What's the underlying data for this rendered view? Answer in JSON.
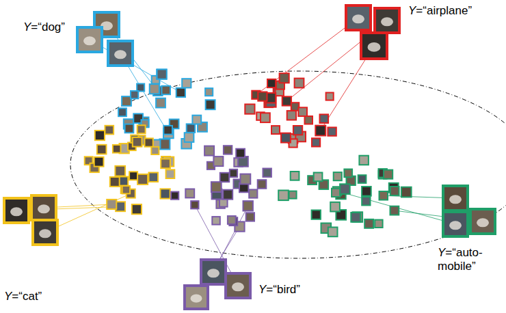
{
  "diagram": {
    "labels": [
      "Y=“dog”",
      "Y=“airplane”",
      "Y=“cat”",
      "Y=“bird”",
      "Y=“auto- mobile”"
    ]
  }
}
